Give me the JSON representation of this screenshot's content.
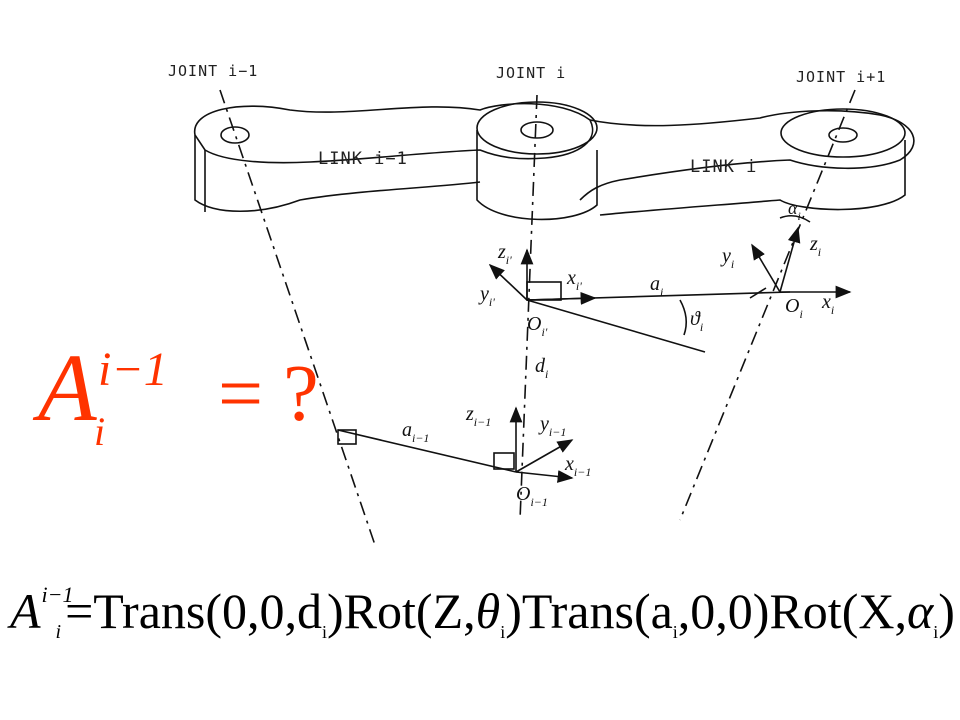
{
  "labels": {
    "joint_prev": "JOINT i−1",
    "joint_cur": "JOINT i",
    "joint_next": "JOINT i+1",
    "link_prev": "LINK i−1",
    "link_cur": "LINK i",
    "z_i_prime": "z",
    "z_i_prime_sub": "i'",
    "x_i_prime": "x",
    "x_i_prime_sub": "i'",
    "y_i_prime": "y",
    "y_i_prime_sub": "i'",
    "O_i_prime": "O",
    "O_i_prime_sub": "i'",
    "a_i": "a",
    "a_i_sub": "i",
    "theta_i": "ϑ",
    "theta_i_sub": "i",
    "alpha_i": "α",
    "alpha_i_sub": "i",
    "y_i": "y",
    "y_i_sub": "i",
    "z_i": "z",
    "z_i_sub": "i",
    "O_i": "O",
    "O_i_sub": "i",
    "x_i": "x",
    "x_i_sub": "i",
    "d_i": "d",
    "d_i_sub": "i",
    "z_im1": "z",
    "z_im1_sub": "i−1",
    "y_im1": "y",
    "y_im1_sub": "i−1",
    "x_im1": "x",
    "x_im1_sub": "i−1",
    "O_im1": "O",
    "O_im1_sub": "i−1",
    "a_im1": "a",
    "a_im1_sub": "i−1"
  },
  "question": {
    "A": "A",
    "sup": "i−1",
    "sub": "i",
    "rhs": "= ?"
  },
  "formula": {
    "A": "A",
    "sup": "i−1",
    "sub": "i",
    "p1": "=Trans(",
    "p2": "0,0,",
    "p3": "d",
    "p3sub": "i",
    "p4": ")Rot(Z,",
    "theta": "θ",
    "theta_sub": "i",
    "p5": ")Trans(a",
    "p5sub": "i",
    "p6": ",0,0)Rot(X,",
    "alpha": "α",
    "alpha_sub": "i",
    "p7": ")"
  },
  "colors": {
    "accent": "#ff3300",
    "ink": "#111111"
  }
}
